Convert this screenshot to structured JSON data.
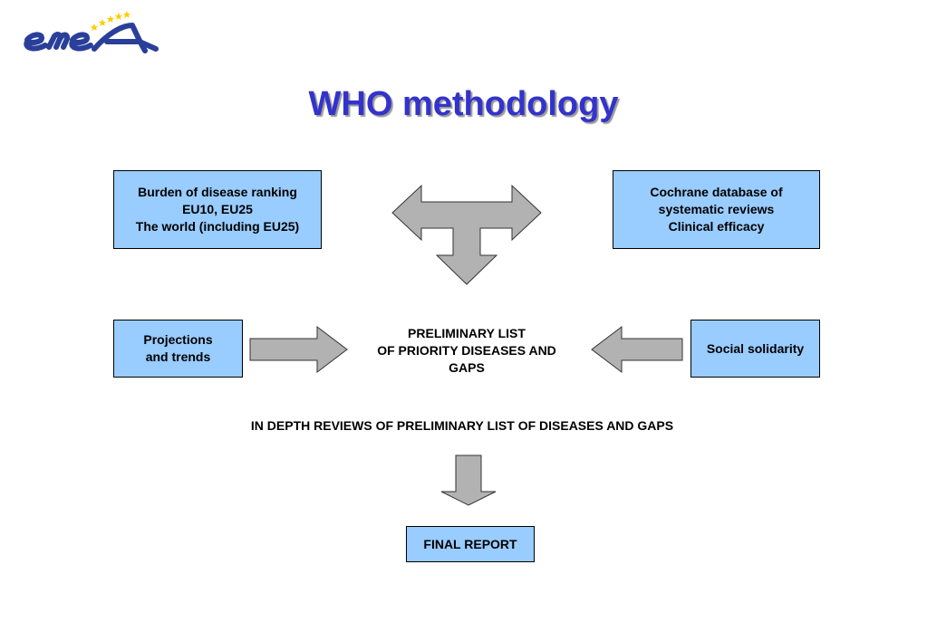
{
  "title": "WHO methodology",
  "colors": {
    "box_fill": "#99ccff",
    "title": "#3333cc",
    "arrow_fill": "#b2b2b2",
    "logo_blue": "#2a3f9a",
    "logo_star": "#ffcc00"
  },
  "logo": {
    "icon": "emea-logo"
  },
  "boxes": {
    "burden": [
      "Burden of disease ranking",
      "EU10, EU25",
      "The world (including EU25)"
    ],
    "cochrane": [
      "Cochrane database of",
      "systematic reviews",
      "Clinical efficacy"
    ],
    "projections": [
      "Projections",
      "and trends"
    ],
    "social": [
      "Social solidarity"
    ],
    "preliminary": [
      "PRELIMINARY LIST",
      "OF PRIORITY DISEASES AND",
      "GAPS"
    ],
    "indepth": "IN DEPTH REVIEWS OF PRELIMINARY LIST OF DISEASES AND GAPS",
    "final": "FINAL REPORT"
  }
}
